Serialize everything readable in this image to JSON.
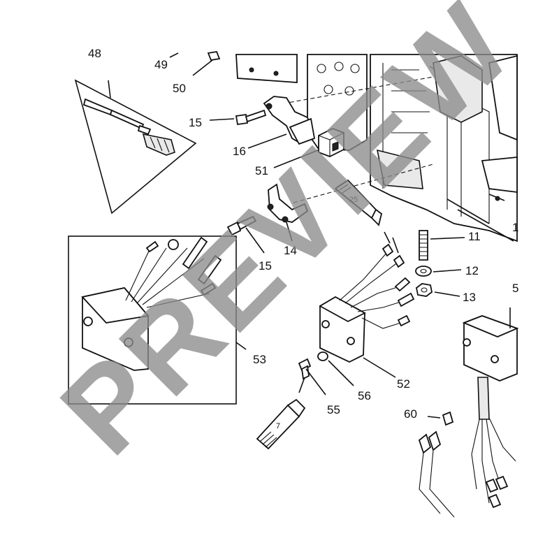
{
  "diagram": {
    "callouts": {
      "c48": "48",
      "c49": "49",
      "c50": "50",
      "c15a": "15",
      "c16": "16",
      "c51": "51",
      "c25": "25",
      "c14": "14",
      "c15b": "15",
      "c11": "11",
      "c12": "12",
      "c13": "13",
      "c1": "1",
      "c53": "53",
      "c52": "52",
      "c56": "56",
      "c55": "55",
      "c7": "7",
      "c60": "60",
      "c5x": "5"
    }
  },
  "watermark": {
    "text": "PREVIEW",
    "color": "#8c8c8c"
  }
}
